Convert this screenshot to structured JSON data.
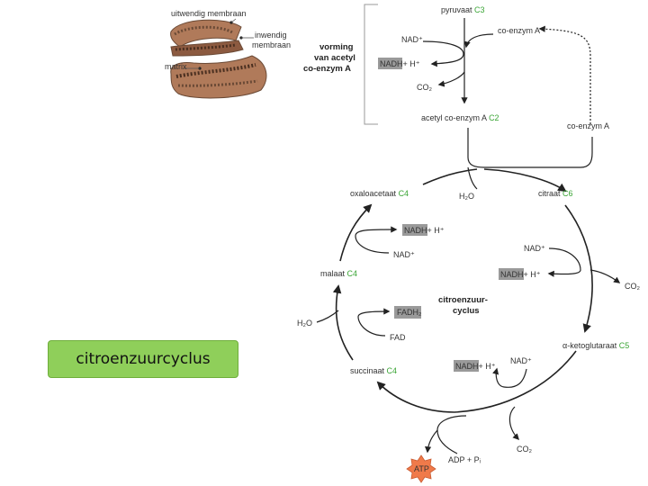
{
  "title_box": "citroenzuurcyclus",
  "mito": {
    "outer_membrane": "uitwendig membraan",
    "inner_membrane_1": "inwendig",
    "inner_membrane_2": "membraan",
    "matrix": "matrix"
  },
  "acetyl_section": {
    "label_1": "vorming",
    "label_2": "van acetyl",
    "label_3": "co-enzym A",
    "pyruvate": "pyruvaat",
    "pyruvate_c": "C3",
    "coenzyme_a_in": "co-enzym A",
    "nad_plus": "NAD⁺",
    "nadh": "NADH",
    "h_plus": "+ H⁺",
    "co2": "CO₂",
    "acetyl_coa": "acetyl co-enzym A",
    "acetyl_c": "C2",
    "coenzyme_a_out": "co-enzym A"
  },
  "cycle": {
    "center_1": "citroenzuur-",
    "center_2": "cyclus",
    "oxaloacetate": "oxaloacetaat",
    "oxaloacetate_c": "C4",
    "citrate": "citraat",
    "citrate_c": "C6",
    "water_top": "H₂O",
    "nadh_1": "NADH",
    "h_1": "+ H⁺",
    "nad_1": "NAD⁺",
    "nad_2": "NAD⁺",
    "nadh_2": "NADH",
    "h_2": "+ H⁺",
    "co2_right": "CO₂",
    "malate": "malaat",
    "malate_c": "C4",
    "fadh2": "FADH₂",
    "water_left": "H₂O",
    "fad": "FAD",
    "ketoglutarate": "α-ketoglutaraat",
    "ketoglutarate_c": "C5",
    "nad_3": "NAD⁺",
    "succinate": "succinaat",
    "succinate_c": "C4",
    "nadh_3": "NADH",
    "h_3": "+ H⁺",
    "co2_bottom": "CO₂",
    "adp": "ADP + Pᵢ",
    "atp": "ATP"
  },
  "colors": {
    "title_box": "#8fcf5a",
    "carbon_label": "#3aa535",
    "nadh_box": "#9a9a9a",
    "atp_star": "#f07a4a",
    "mitochondrion": "#b07a5a"
  }
}
